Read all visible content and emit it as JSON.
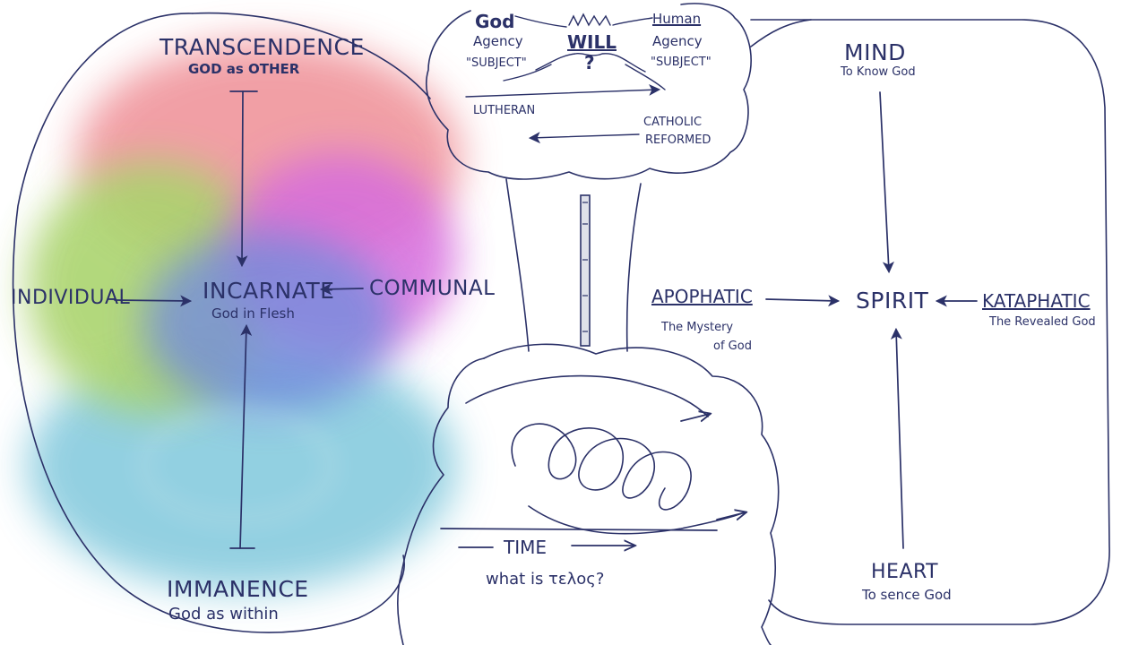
{
  "theme": {
    "ink": "#2b3168",
    "wash_red": "#ef8f96",
    "wash_green": "#9ccc55",
    "wash_magenta": "#cf52d8",
    "wash_blue": "#5c78d6",
    "wash_cyan": "#80c8dc"
  },
  "left_diagram": {
    "top": {
      "title": "TRANSCENDENCE",
      "subtitle": "GOD as OTHER"
    },
    "center": {
      "title": "INCARNATE",
      "subtitle": "God in Flesh"
    },
    "left": "INDIVIDUAL",
    "right": "COMMUNAL",
    "bottom": {
      "title": "IMMANENCE",
      "subtitle": "God as within"
    }
  },
  "top_cloud": {
    "god": "God",
    "god_agency": "Agency",
    "god_subject": "\"SUBJECT\"",
    "will": "WILL",
    "question": "?",
    "human": "Human",
    "human_agency": "Agency",
    "human_subject": "\"SUBJECT\"",
    "lutheran": "LUTHERAN",
    "catholic": "CATHOLIC",
    "reformed": "REFORMED"
  },
  "bottom_cloud": {
    "time": "TIME",
    "telos": "what is τελος?"
  },
  "right_diagram": {
    "top": {
      "title": "MIND",
      "subtitle": "To Know God"
    },
    "center": "SPIRIT",
    "left": {
      "title": "APOPHATIC",
      "subtitle_1": "The Mystery",
      "subtitle_2": "of God"
    },
    "right": {
      "title": "KATAPHATIC",
      "subtitle": "The Revealed God"
    },
    "bottom": {
      "title": "HEART",
      "subtitle": "To sence God"
    }
  }
}
